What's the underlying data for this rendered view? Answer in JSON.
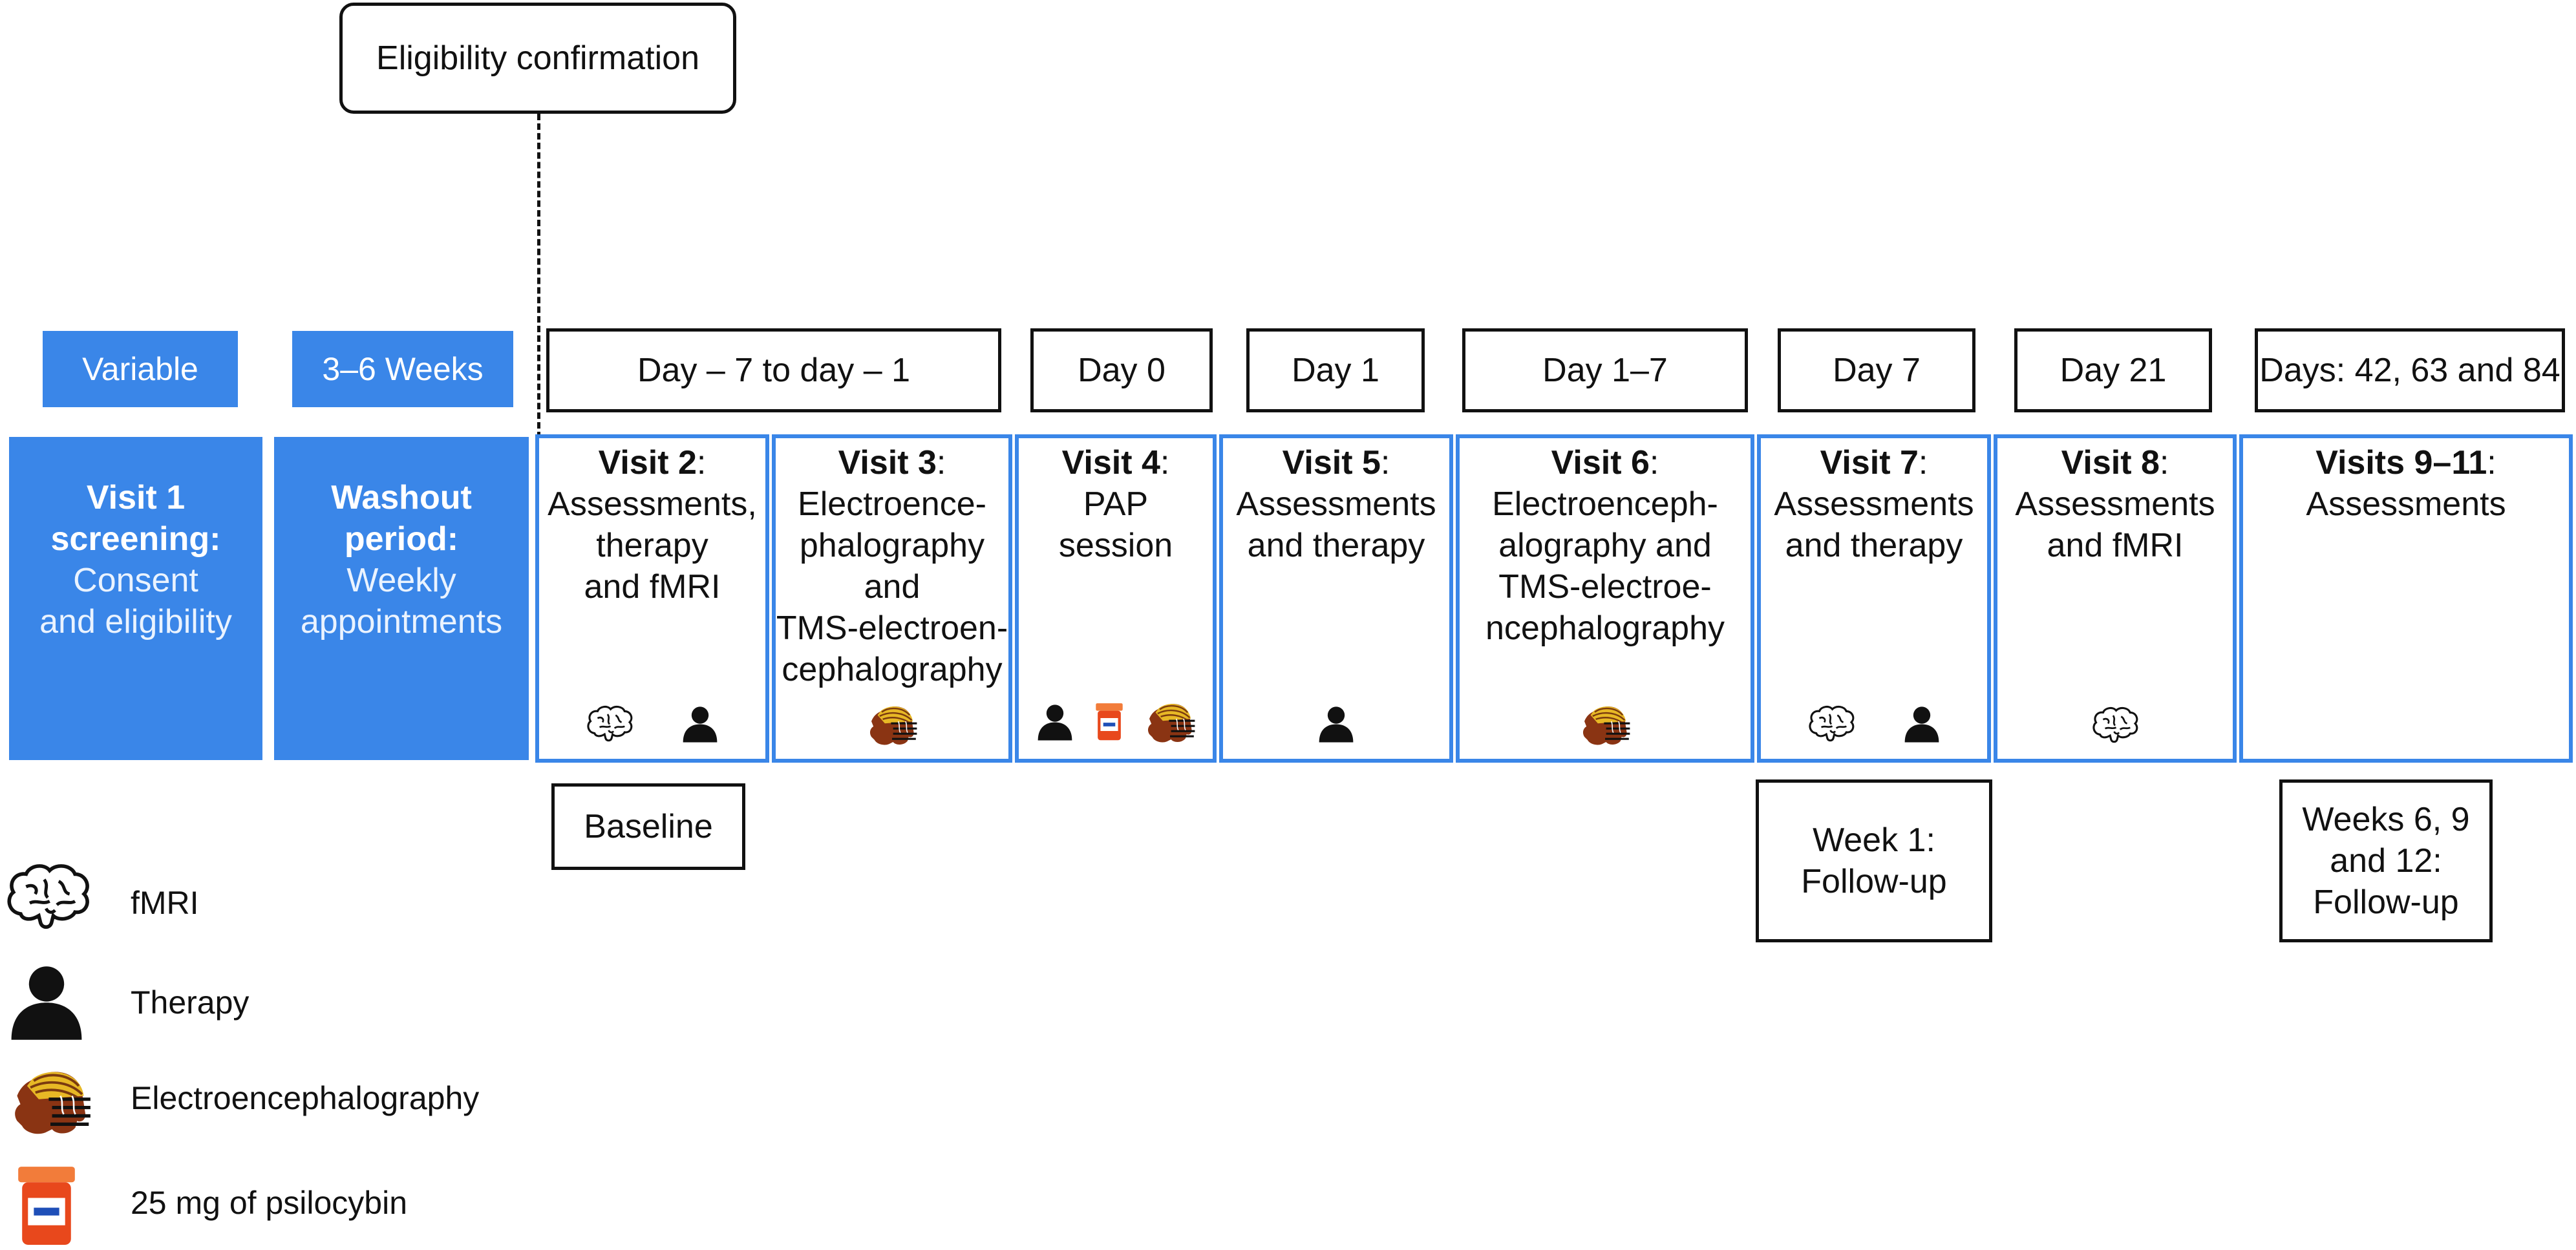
{
  "eligibility": "Eligibility confirmation",
  "timeline": [
    {
      "label": "Variable",
      "style": "blue"
    },
    {
      "label": "3–6 Weeks",
      "style": "blue"
    },
    {
      "label": "Day – 7 to day – 1",
      "style": "box"
    },
    {
      "label": "Day 0",
      "style": "box"
    },
    {
      "label": "Day 1",
      "style": "box"
    },
    {
      "label": "Day 1–7",
      "style": "box"
    },
    {
      "label": "Day 7",
      "style": "box"
    },
    {
      "label": "Day 21",
      "style": "box"
    },
    {
      "label": "Days: 42, 63 and 84",
      "style": "box"
    }
  ],
  "visits": [
    {
      "title": "Visit 1",
      "lines": [
        "screening:"
      ],
      "sub": [
        "Consent",
        "and eligibility"
      ],
      "icons": []
    },
    {
      "title": "Washout",
      "lines": [
        "period:"
      ],
      "sub": [
        "Weekly",
        "appointments"
      ],
      "icons": []
    },
    {
      "title": "Visit 2",
      "lines": [
        ":",
        "Assessments,",
        "therapy",
        "and fMRI"
      ],
      "icons": [
        "brain-icon",
        "person-icon"
      ]
    },
    {
      "title": "Visit 3",
      "lines": [
        ":",
        "Electroence-",
        "phalography",
        "and",
        "TMS-electroen-",
        "cephalography"
      ],
      "icons": [
        "eeg-head-icon"
      ]
    },
    {
      "title": "Visit 4",
      "lines": [
        ":",
        "PAP",
        "session"
      ],
      "icons": [
        "person-icon",
        "pill-bottle-icon",
        "eeg-head-icon"
      ]
    },
    {
      "title": "Visit 5",
      "lines": [
        ":",
        "Assessments",
        "and therapy"
      ],
      "icons": [
        "person-icon"
      ]
    },
    {
      "title": "Visit 6",
      "lines": [
        ":",
        "Electroenceph-",
        "alography and",
        "TMS-electroe-",
        "ncephalography"
      ],
      "icons": [
        "eeg-head-icon"
      ]
    },
    {
      "title": "Visit 7",
      "lines": [
        ":",
        "Assessments",
        "and therapy"
      ],
      "icons": [
        "brain-icon",
        "person-icon"
      ]
    },
    {
      "title": "Visit 8",
      "lines": [
        ":",
        "Assessments",
        "and fMRI"
      ],
      "icons": [
        "brain-icon"
      ]
    },
    {
      "title": "Visits 9–11",
      "lines": [
        ":",
        "Assessments"
      ],
      "icons": []
    }
  ],
  "followups": {
    "baseline": "Baseline",
    "week1": [
      "Week 1:",
      "Follow-up"
    ],
    "weeks": [
      "Weeks 6, 9",
      "and 12:",
      "Follow-up"
    ]
  },
  "legend": [
    {
      "icon": "brain-icon",
      "label": "fMRI"
    },
    {
      "icon": "person-icon",
      "label": "Therapy"
    },
    {
      "icon": "eeg-head-icon",
      "label": "Electroencephalography"
    },
    {
      "icon": "pill-bottle-icon",
      "label": "25 mg of psilocybin"
    }
  ],
  "colors": {
    "accent": "#3a86e8",
    "pill": "#e8481c"
  }
}
